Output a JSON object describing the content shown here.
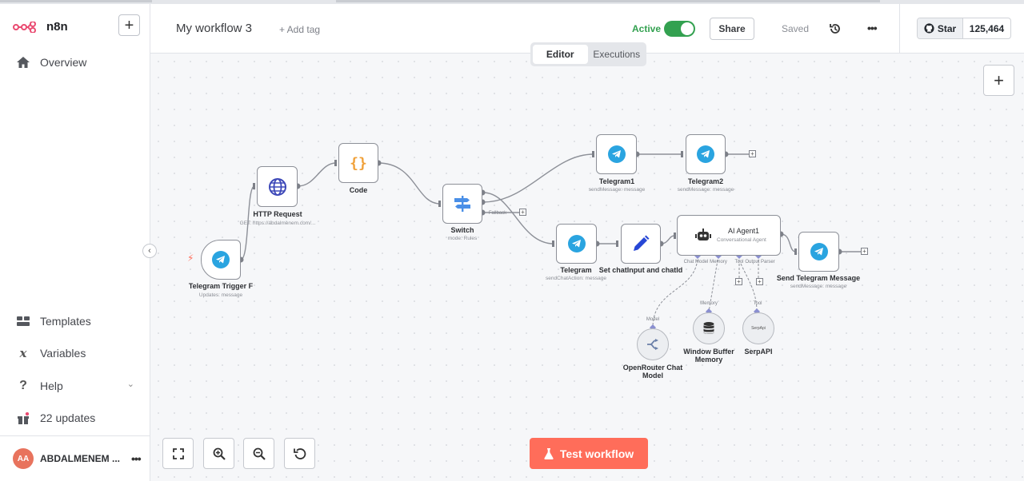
{
  "app": {
    "name": "n8n"
  },
  "sidebar": {
    "items": [
      {
        "label": "Overview"
      },
      {
        "label": "Templates"
      },
      {
        "label": "Variables"
      },
      {
        "label": "Help"
      },
      {
        "label": "22 updates"
      }
    ],
    "user": {
      "initials": "AA",
      "name": "ABDALMENEM ..."
    }
  },
  "header": {
    "title": "My workflow 3",
    "add_tag": "+ Add tag",
    "active_label": "Active",
    "share_label": "Share",
    "saved_label": "Saved",
    "github": {
      "star_label": "Star",
      "count": "125,464"
    }
  },
  "tabs": [
    {
      "label": "Editor",
      "selected": true
    },
    {
      "label": "Executions",
      "selected": false
    }
  ],
  "nodes": {
    "trigger": {
      "label": "Telegram Trigger F",
      "sub": "Updates: message"
    },
    "http": {
      "label": "HTTP Request",
      "sub": "GET: https://abdalmenem.com/..."
    },
    "code": {
      "label": "Code"
    },
    "switch": {
      "label": "Switch",
      "sub": "mode: Rules",
      "fallback": "Fallback"
    },
    "telegram1": {
      "label": "Telegram1",
      "sub": "sendMessage: message"
    },
    "telegram2": {
      "label": "Telegram2",
      "sub": "sendMessage: message"
    },
    "telegram": {
      "label": "Telegram",
      "sub": "sendChatAction: message"
    },
    "set": {
      "label": "Set chatInput and chatId"
    },
    "agent": {
      "label": "AI Agent1",
      "sub": "Conversational Agent",
      "ports": [
        "Chat Model",
        "Memory",
        "Tool",
        "Output Parser"
      ]
    },
    "send": {
      "label": "Send Telegram Message",
      "sub": "sendMessage: message"
    },
    "openrouter": {
      "label_line1": "OpenRouter Chat",
      "label_line2": "Model",
      "port": "Model"
    },
    "memory": {
      "label_line1": "Window Buffer",
      "label_line2": "Memory",
      "port": "Memory"
    },
    "serp": {
      "label": "SerpAPI",
      "port": "Tool",
      "inner": "SerpApi"
    }
  },
  "footer": {
    "test_label": "Test workflow"
  },
  "colors": {
    "accent": "#ff6d5a",
    "active": "#33a150",
    "telegram": "#2aa4e0",
    "code": "#f0a13a",
    "switch": "#4a8fe7",
    "set": "#2747d6"
  }
}
